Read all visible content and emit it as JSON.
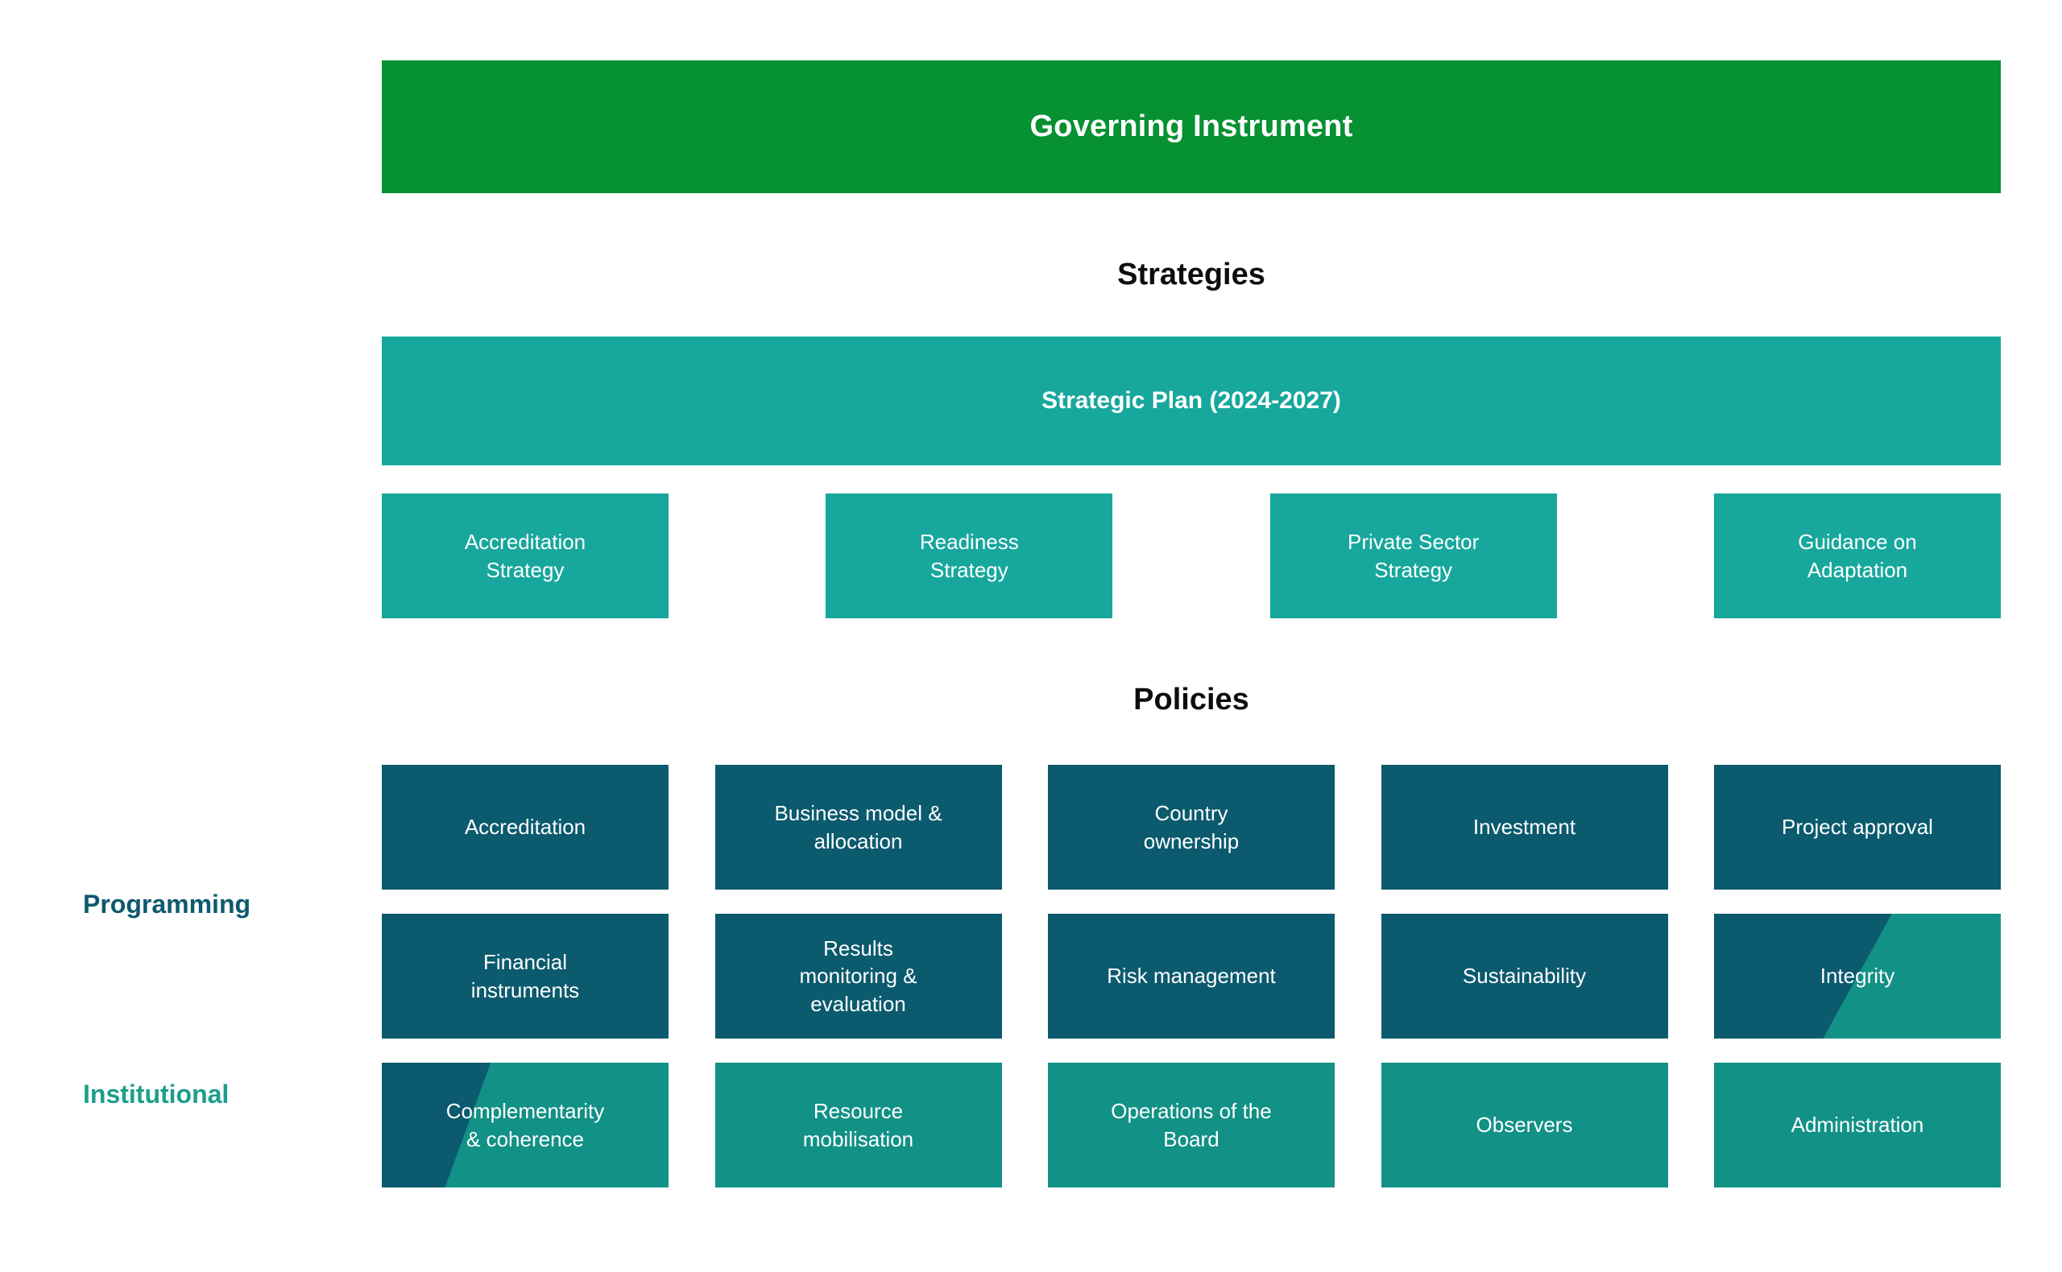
{
  "diagram": {
    "title": "Governing Instrument",
    "colors": {
      "governing_green": "#069132",
      "strategy_teal": "#17a79d",
      "policy_deep_blue": "#0b5a6e",
      "institutional_teal": "#129186",
      "programming_label": "#0d5a6e",
      "institutional_label": "#1d9e8d",
      "heading_black": "#0d0d0d",
      "background": "#ffffff"
    },
    "governing": {
      "label": "Governing Instrument"
    },
    "headings": {
      "strategies": "Strategies",
      "policies": "Policies"
    },
    "strategic_plan": {
      "label": "Strategic Plan (2024-2027)"
    },
    "strategies": [
      {
        "label": "Accreditation\nStrategy"
      },
      {
        "label": "Readiness\nStrategy"
      },
      {
        "label": "Private Sector\nStrategy"
      },
      {
        "label": "Guidance on\nAdaptation"
      }
    ],
    "axis_labels": {
      "programming": "Programming",
      "institutional": "Institutional"
    },
    "policies_row_1": [
      {
        "label": "Accreditation",
        "style": "deep-blue"
      },
      {
        "label": "Business model &\nallocation",
        "style": "deep-blue"
      },
      {
        "label": "Country\nownership",
        "style": "deep-blue"
      },
      {
        "label": "Investment",
        "style": "deep-blue"
      },
      {
        "label": "Project approval",
        "style": "deep-blue"
      }
    ],
    "policies_row_2": [
      {
        "label": "Financial\ninstruments",
        "style": "deep-blue"
      },
      {
        "label": "Results\nmonitoring &\nevaluation",
        "style": "deep-blue"
      },
      {
        "label": "Risk management",
        "style": "deep-blue"
      },
      {
        "label": "Sustainability",
        "style": "deep-blue"
      },
      {
        "label": "Integrity",
        "style": "split-blue-teal"
      }
    ],
    "institutional_row": [
      {
        "label": "Complementarity\n& coherence",
        "style": "split-teal-blue"
      },
      {
        "label": "Resource\nmobilisation",
        "style": "teal-dark"
      },
      {
        "label": "Operations of the\nBoard",
        "style": "teal-dark"
      },
      {
        "label": "Observers",
        "style": "teal-dark"
      },
      {
        "label": "Administration",
        "style": "teal-dark"
      }
    ]
  }
}
